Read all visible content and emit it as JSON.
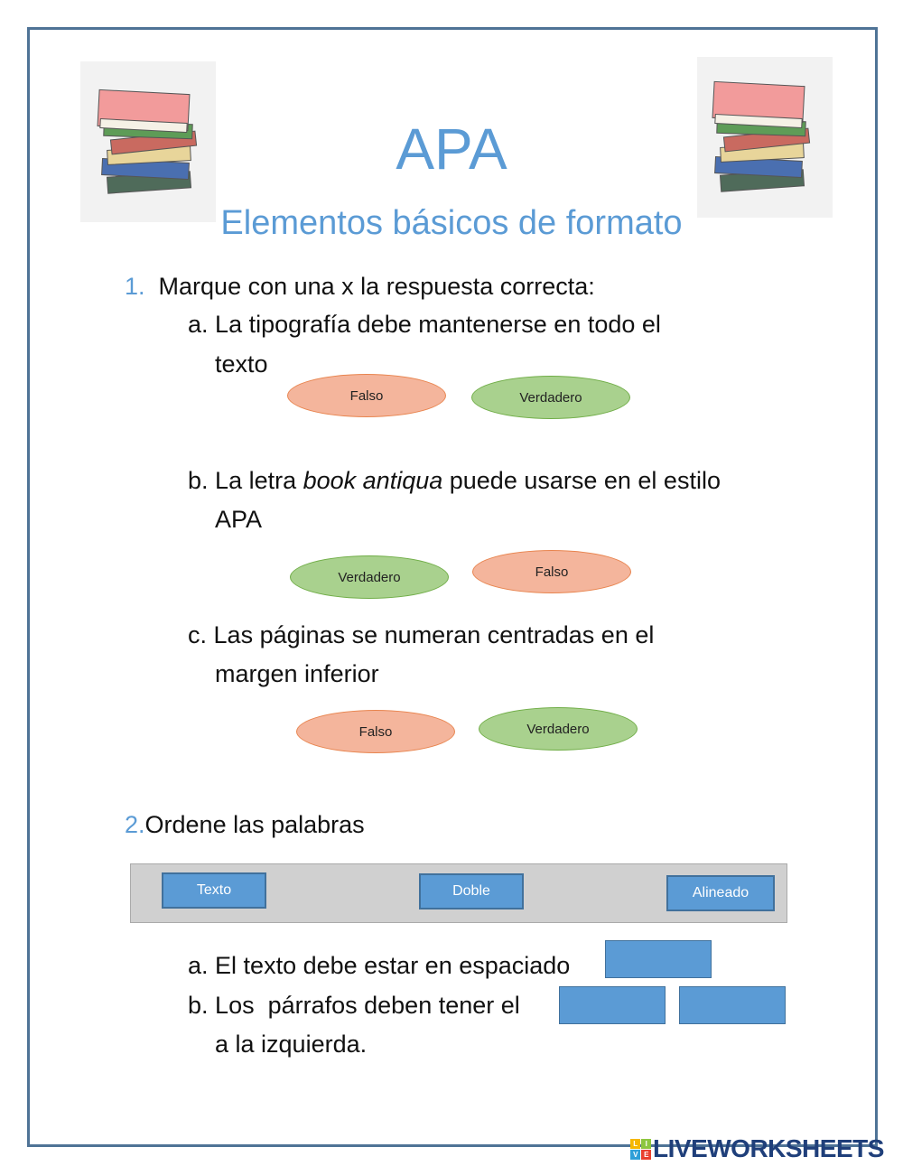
{
  "header": {
    "title": "APA",
    "subtitle": "Elementos básicos de formato"
  },
  "q1": {
    "number": "1.",
    "prompt": "Marque con una x la respuesta correcta:",
    "items": [
      {
        "letter": "a.",
        "line1": "La tipografía debe mantenerse en todo el",
        "line2": "texto",
        "options": [
          "Falso",
          "Verdadero"
        ]
      },
      {
        "letter": "b.",
        "line1_pre": "La letra ",
        "line1_em": "book antiqua",
        "line1_post": " puede usarse en el estilo",
        "line2": "APA",
        "options": [
          "Verdadero",
          "Falso"
        ]
      },
      {
        "letter": "c.",
        "line1": "Las páginas se numeran centradas en el",
        "line2": "margen inferior",
        "options": [
          "Falso",
          "Verdadero"
        ]
      }
    ]
  },
  "q2": {
    "number": "2.",
    "prompt": "Ordene las palabras",
    "words": [
      "Texto",
      "Doble",
      "Alineado"
    ],
    "items": [
      {
        "letter": "a.",
        "text": "El texto debe estar en espaciado"
      },
      {
        "letter": "b.",
        "line1": "Los  párrafos deben tener el",
        "line2": "a la izquierda."
      }
    ]
  },
  "branding": {
    "logo": "LIVEWORKSHEETS",
    "logo_badge": [
      "L",
      "I",
      "V",
      "E"
    ]
  },
  "colors": {
    "accent": "#5b9bd5",
    "falso": "#f4b59c",
    "verdadero": "#a9d18e",
    "frame": "#4f7396"
  }
}
